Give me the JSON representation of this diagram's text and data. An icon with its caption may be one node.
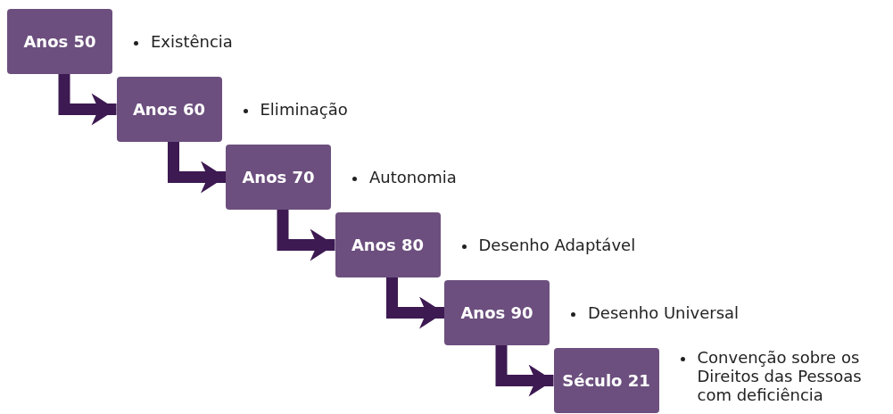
{
  "diagram": {
    "nodes": [
      {
        "text": [
          "Anos 50"
        ],
        "beside": [
          "Existência"
        ]
      },
      {
        "text": [
          "Anos 60"
        ],
        "beside": [
          "Eliminação"
        ]
      },
      {
        "text": [
          "Anos 70"
        ],
        "beside": [
          "Autonomia"
        ]
      },
      {
        "text": [
          "Anos 80"
        ],
        "beside": [
          "Desenho Adaptável"
        ]
      },
      {
        "text": [
          "Anos 90"
        ],
        "beside": [
          "Desenho Universal"
        ]
      },
      {
        "text": [
          "Século 21"
        ],
        "beside": [
          "Convenção sobre os Direitos das Pessoas com deficiência"
        ]
      }
    ],
    "edges": [
      {
        "from": 0,
        "to": 1,
        "arrow": "to"
      },
      {
        "from": 1,
        "to": 2,
        "arrow": "to"
      },
      {
        "from": 2,
        "to": 3,
        "arrow": "to"
      },
      {
        "from": 3,
        "to": 4,
        "arrow": "to"
      },
      {
        "from": 4,
        "to": 5,
        "arrow": "to"
      }
    ]
  }
}
